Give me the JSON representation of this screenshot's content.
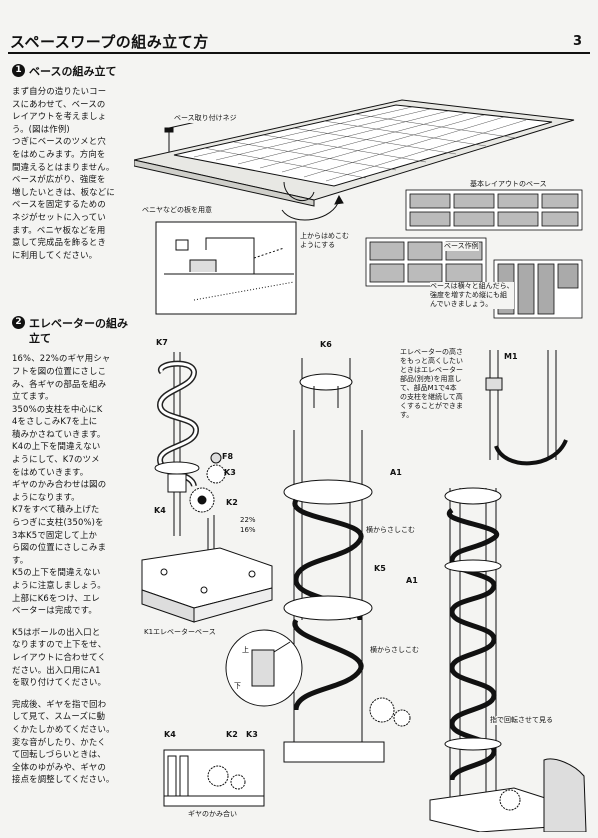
{
  "header": {
    "title": "スペースワープの組み立て方",
    "page_number": "3"
  },
  "section1": {
    "number": "1",
    "title": "ベースの組み立て",
    "paragraphs": [
      "まず自分の造りたいコー\nスにあわせて、ベースの\nレイアウトを考えましょ\nう。(図は作例)\nつぎにベースのツメと穴\nをはめこみます。方向を\n間違えるとはまりません。\nベースが広がり、強度を\n増したいときは、板などに\nベースを固定するための\nネジがセットに入ってい\nます。ベニヤ板などを用\n意して完成品を飾るとき\nに利用してください。"
    ]
  },
  "section2": {
    "number": "2",
    "title": "エレベーターの組み\n立て",
    "paragraphs": [
      "16%、22%のギヤ用シャ\nフトを図の位置にさしこ\nみ、各ギヤの部品を組み\n立てます。\n350%の支柱を中心にK\n4をさしこみK7を上に\n積みかさねていきます。\nK4の上下を間違えない\nようにして、K7のツメ\nをはめていきます。\nギヤのかみ合わせは図の\nようになります。\nK7をすべて積み上げた\nらつぎに支柱(350%)を\n3本K5で固定して上か\nら図の位置にさしこみま\nす。\nK5の上下を間違えない\nように注意しましょう。\n上部にK6をつけ、エレ\nベーターは完成です。",
      "K5はボールの出入口と\nなりますので上下をせ、\nレイアウトに合わせてく\nださい。出入口用にA1\nを取り付けてください。",
      "完成後、ギヤを指で回わ\nして見て、スムーズに動\nくかたしかめてください。\n変な音がしたり、かたく\nて回転しづらいときは、\n全体のゆがみや、ギヤの\n接点を調整してください。"
    ]
  },
  "diagram_labels": {
    "base_screw": "ベース取り付けネジ",
    "plywood": "ベニヤなどの板を用意",
    "fit_from_top": "上からはめこむ\nようにする",
    "basic_layout": "基本レイアウトのベース",
    "base_example": "ベース作例",
    "base_note": "ベースは横々と組んだら、\n強度を増すため縦にも組\nんでいきましょう。",
    "elevator_note": "エレベーターの高さ\nをもっと高くしたい\nときはエレベーター\n部品(別売)を用意し\nて、部品M1で4本\nの支柱を継続して高\nくすることができま\nす。",
    "insert_side_1": "横からさしこむ",
    "insert_side_2": "横からさしこむ",
    "elevator_base": "K1エレベーターベース",
    "gear_mesh": "ギヤのかみ合い",
    "turn_by_finger": "指で回転させて見る",
    "up": "上",
    "down": "下",
    "pct_22": "22%",
    "pct_16": "16%"
  },
  "parts": {
    "k7": "K7",
    "k6": "K6",
    "k4": "K4",
    "k5": "K5",
    "k3": "K3",
    "k2": "K2",
    "f8": "F8",
    "a1": "A1",
    "m1": "M1"
  }
}
